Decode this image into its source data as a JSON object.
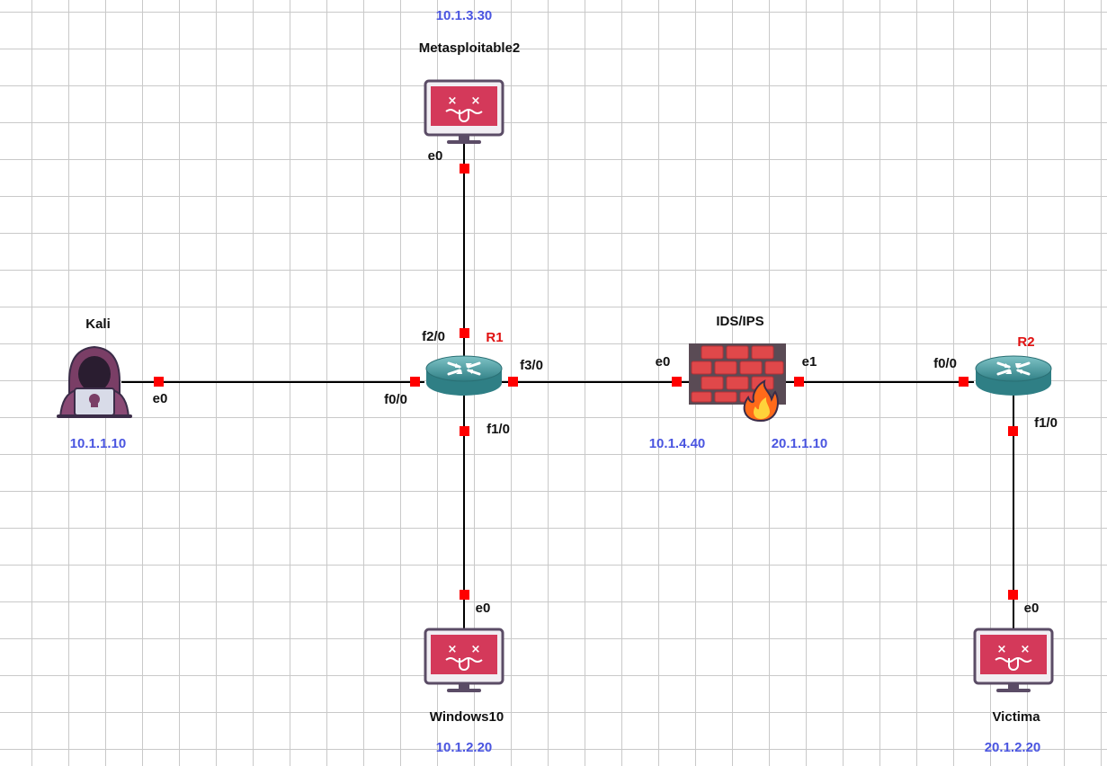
{
  "nodes": {
    "metasploitable": {
      "name": "Metasploitable2",
      "ip": "10.1.3.30",
      "icon": "vm-monitor-dead-icon"
    },
    "kali": {
      "name": "Kali",
      "ip": "10.1.1.10",
      "icon": "hacker-icon"
    },
    "r1": {
      "name": "R1",
      "icon": "router-icon"
    },
    "ids": {
      "name": "IDS/IPS",
      "ip_e0": "10.1.4.40",
      "ip_e1": "20.1.1.10",
      "icon": "firewall-icon"
    },
    "r2": {
      "name": "R2",
      "icon": "router-icon"
    },
    "windows10": {
      "name": "Windows10",
      "ip": "10.1.2.20",
      "icon": "vm-monitor-dead-icon"
    },
    "victima": {
      "name": "Victima",
      "ip": "20.1.2.20",
      "icon": "vm-monitor-dead-icon"
    }
  },
  "ports": {
    "metasploitable_e0": "e0",
    "kali_e0": "e0",
    "r1_f2_0": "f2/0",
    "r1_f0_0": "f0/0",
    "r1_f3_0": "f3/0",
    "r1_f1_0": "f1/0",
    "ids_e0": "e0",
    "ids_e1": "e1",
    "r2_f0_0": "f0/0",
    "r2_f1_0": "f1/0",
    "windows10_e0": "e0",
    "victima_e0": "e0"
  },
  "colors": {
    "link": "#000000",
    "port_marker": "#ff0000",
    "ip_text": "#4a55e0",
    "router_label": "#e01010",
    "vm_screen": "#d4395a",
    "router_body": "#3e8f94",
    "firewall_brick": "#e0484a"
  }
}
